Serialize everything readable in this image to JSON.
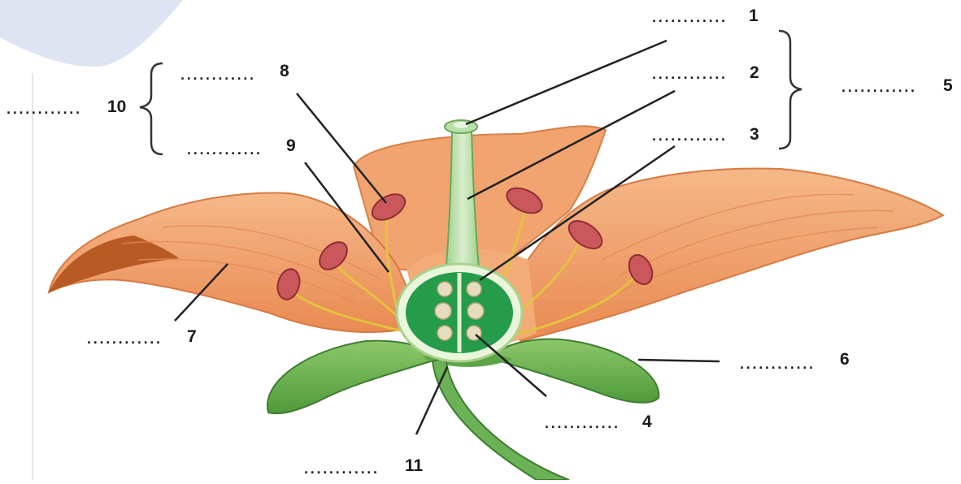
{
  "diagram": {
    "labels": [
      {
        "id": "1",
        "number": "1",
        "blank": "............"
      },
      {
        "id": "2",
        "number": "2",
        "blank": "............"
      },
      {
        "id": "3",
        "number": "3",
        "blank": "............"
      },
      {
        "id": "4",
        "number": "4",
        "blank": "............"
      },
      {
        "id": "5",
        "number": "5",
        "blank": "............"
      },
      {
        "id": "6",
        "number": "6",
        "blank": "............"
      },
      {
        "id": "7",
        "number": "7",
        "blank": "............"
      },
      {
        "id": "8",
        "number": "8",
        "blank": "............"
      },
      {
        "id": "9",
        "number": "9",
        "blank": "............"
      },
      {
        "id": "10",
        "number": "10",
        "blank": "............"
      },
      {
        "id": "11",
        "number": "11",
        "blank": "............"
      }
    ]
  }
}
